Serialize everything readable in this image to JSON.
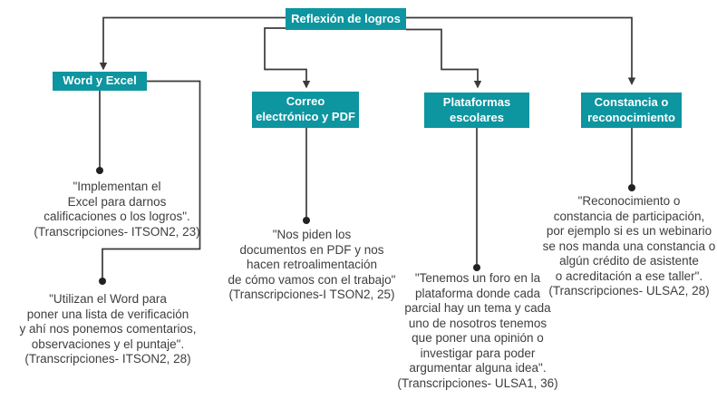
{
  "colors": {
    "box_background": "#0d95a0",
    "box_text": "#ffffff",
    "line": "#3a3a3a",
    "quote_text": "#3e3e3e",
    "page_background": "#ffffff"
  },
  "diagram": {
    "root": {
      "label": "Reflexión de logros"
    },
    "branches": [
      {
        "label": "Word y Excel",
        "quotes": [
          "\"Implementan el\nExcel para darnos\ncalificaciones o los logros\".\n(Transcripciones- ITSON2, 23)",
          "\"Utilizan el Word para\nponer una lista de verificación\ny ahí nos ponemos comentarios,\nobservaciones y el puntaje\".\n(Transcripciones- ITSON2, 28)"
        ]
      },
      {
        "label": "Correo\nelectrónico y PDF",
        "quotes": [
          "\"Nos piden los\ndocumentos en PDF y nos\nhacen retroalimentación\nde cómo vamos con el trabajo\"\n(Transcripciones-I TSON2, 25)"
        ]
      },
      {
        "label": "Plataformas\nescolares",
        "quotes": [
          "\"Tenemos un foro en la\nplataforma donde cada\nparcial hay un tema y cada\nuno de nosotros tenemos\nque poner una opinión o\ninvestigar para poder\nargumentar alguna idea\".\n(Transcripciones- ULSA1, 36)"
        ]
      },
      {
        "label": "Constancia o\nreconocimiento",
        "quotes": [
          "\"Reconocimiento o\nconstancia de participación,\npor ejemplo si es un webinario\nse nos manda una constancia o\nalgún crédito de asistente\no acreditación a ese taller\".\n(Transcripciones- ULSA2, 28)"
        ]
      }
    ]
  }
}
